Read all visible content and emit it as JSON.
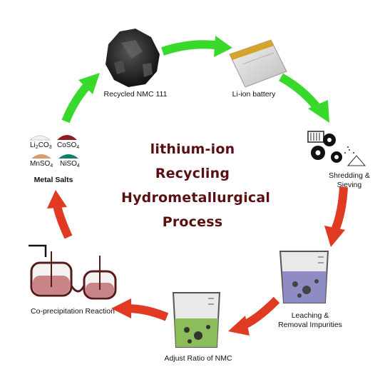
{
  "title": {
    "line1": "lithium-ion",
    "line2": "Recycling",
    "line3": "Hydrometallurgical",
    "line4": "Process"
  },
  "steps": {
    "recycled": "Recycled NMC 111",
    "battery": "Li-ion battery",
    "shredding_1": "Shredding &",
    "shredding_2": "Sieving",
    "leaching_1": "Leaching &",
    "leaching_2": "Removal Impurities",
    "adjust": "Adjust Ratio of NMC",
    "coprecip": "Co-precipitation Reaction",
    "metal_salts": "Metal Salts"
  },
  "salts": {
    "li_main": "Li",
    "li_sub": "2",
    "li_rest": "CO",
    "li_sub2": "3",
    "co_main": "CoSO",
    "co_sub": "4",
    "mn_main": "MnSO",
    "mn_sub": "4",
    "ni_main": "NiSO",
    "ni_sub": "4"
  },
  "colors": {
    "green_arrow": "#38d92a",
    "red_arrow": "#e03a22",
    "title": "#5a0f12",
    "li_salt": "#f2f2f2",
    "co_salt": "#8b1d22",
    "mn_salt": "#d99a6c",
    "ni_salt": "#137a6c",
    "beaker_purple": "#8f8cc4",
    "beaker_green": "#8dbd5a",
    "reactor_pink": "#c98488",
    "reactor_frame": "#5a1a1a"
  }
}
